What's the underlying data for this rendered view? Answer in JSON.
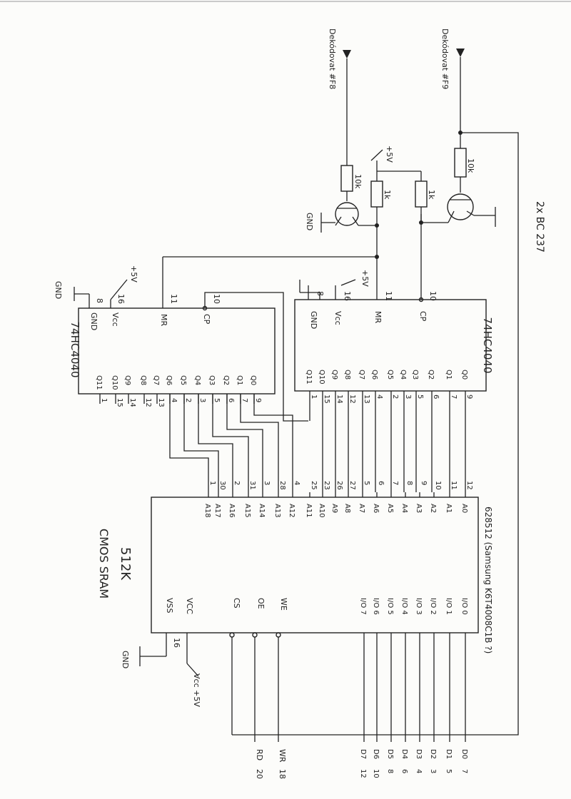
{
  "chips": {
    "counter_right": {
      "name": "74HC4040",
      "pins": {
        "gnd": "GND",
        "vcc": "Vcc",
        "mr": "MR",
        "cp": "CP",
        "gnd_num": "8",
        "vcc_num": "16",
        "mr_num": "11",
        "cp_num": "10"
      },
      "supply": "+5V",
      "outputs": [
        "Q0",
        "Q1",
        "Q2",
        "Q3",
        "Q4",
        "Q5",
        "Q6",
        "Q7",
        "Q8",
        "Q9",
        "Q10",
        "Q11"
      ],
      "output_pins": [
        "9",
        "7",
        "6",
        "5",
        "3",
        "2",
        "4",
        "13",
        "12",
        "14",
        "15",
        "1"
      ]
    },
    "counter_left": {
      "name": "74HC4040",
      "pins": {
        "gnd": "GND",
        "vcc": "Vcc",
        "mr": "MR",
        "cp": "CP",
        "gnd_num": "8",
        "vcc_num": "16",
        "mr_num": "11",
        "cp_num": "10"
      },
      "supply": "+5V",
      "gnd_label": "GND",
      "outputs": [
        "Q0",
        "Q1",
        "Q2",
        "Q3",
        "Q4",
        "Q5",
        "Q6",
        "Q7",
        "Q8",
        "Q9",
        "Q10",
        "Q11"
      ],
      "output_pins": [
        "9",
        "7",
        "6",
        "5",
        "3",
        "2",
        "4",
        "13",
        "12",
        "14",
        "15",
        "1"
      ]
    },
    "sram": {
      "title_size": "512K",
      "title_type": "CMOS SRAM",
      "part": "628512 (Samsung K6T4008C1B ?)",
      "address": [
        "A0",
        "A1",
        "A2",
        "A3",
        "A4",
        "A5",
        "A6",
        "A7",
        "A8",
        "A9",
        "A10",
        "A11",
        "A12",
        "A13",
        "A14",
        "A15",
        "A16",
        "A17",
        "A18"
      ],
      "address_pins": [
        "12",
        "11",
        "10",
        "9",
        "8",
        "7",
        "6",
        "5",
        "27",
        "26",
        "23",
        "25",
        "4",
        "28",
        "3",
        "31",
        "2",
        "30",
        "1"
      ],
      "io": [
        "I/O 0",
        "I/O 1",
        "I/O 2",
        "I/O 3",
        "I/O 4",
        "I/O 5",
        "I/O 6",
        "I/O 7"
      ],
      "control": {
        "we": "WE",
        "oe": "OE",
        "cs": "CS",
        "vcc": "VCC",
        "vss": "VSS",
        "vss_num": "16"
      },
      "vcc_note": "Vcc +5V",
      "gnd_label": "GND"
    }
  },
  "transistors": {
    "note": "2x BC 237",
    "left_signal": "Dekódovat #F8",
    "right_signal": "Dekódovat #F9",
    "r_base_left": "10k",
    "r_base_right": "10k",
    "r_coll_left": "1k",
    "r_coll_right": "1k",
    "supply": "+5V",
    "gnd_label": "GND"
  },
  "connector": {
    "data": [
      "D0",
      "D1",
      "D2",
      "D3",
      "D4",
      "D5",
      "D6",
      "D7"
    ],
    "data_pins": [
      "7",
      "5",
      "3",
      "4",
      "6",
      "8",
      "10",
      "12"
    ],
    "wr": "WR",
    "wr_pin": "18",
    "rd": "RD",
    "rd_pin": "20"
  }
}
